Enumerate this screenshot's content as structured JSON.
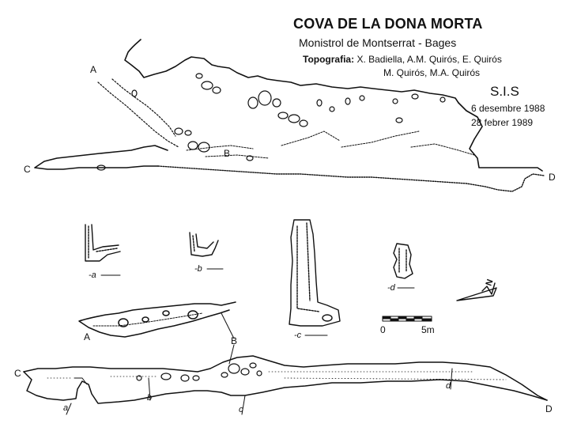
{
  "header": {
    "title": "COVA DE LA DONA MORTA",
    "location": "Monistrol de Montserrat - Bages",
    "topo_label": "Topografia:",
    "topo_authors_1": "X. Badiella, A.M. Quirós, E. Quirós",
    "topo_authors_2": "M. Quirós, M.A. Quirós",
    "group": "S.I.S",
    "date_1": "6 desembre 1988",
    "date_2": "28 febrer 1989"
  },
  "plan_labels": {
    "a": "A",
    "b": "B",
    "c": "C",
    "d": "D"
  },
  "profile_labels": {
    "a": "A",
    "b": "B",
    "c": "C",
    "d": "D",
    "sa": "a",
    "sb": "b",
    "sc": "c",
    "sd": "d"
  },
  "sections": {
    "a": "-a",
    "b": "-b",
    "c": "-c",
    "d": "-d"
  },
  "scale": {
    "zero": "0",
    "five": "5m"
  },
  "north": {
    "glyph": "N"
  },
  "colors": {
    "ink": "#111111",
    "paper": "#ffffff"
  }
}
